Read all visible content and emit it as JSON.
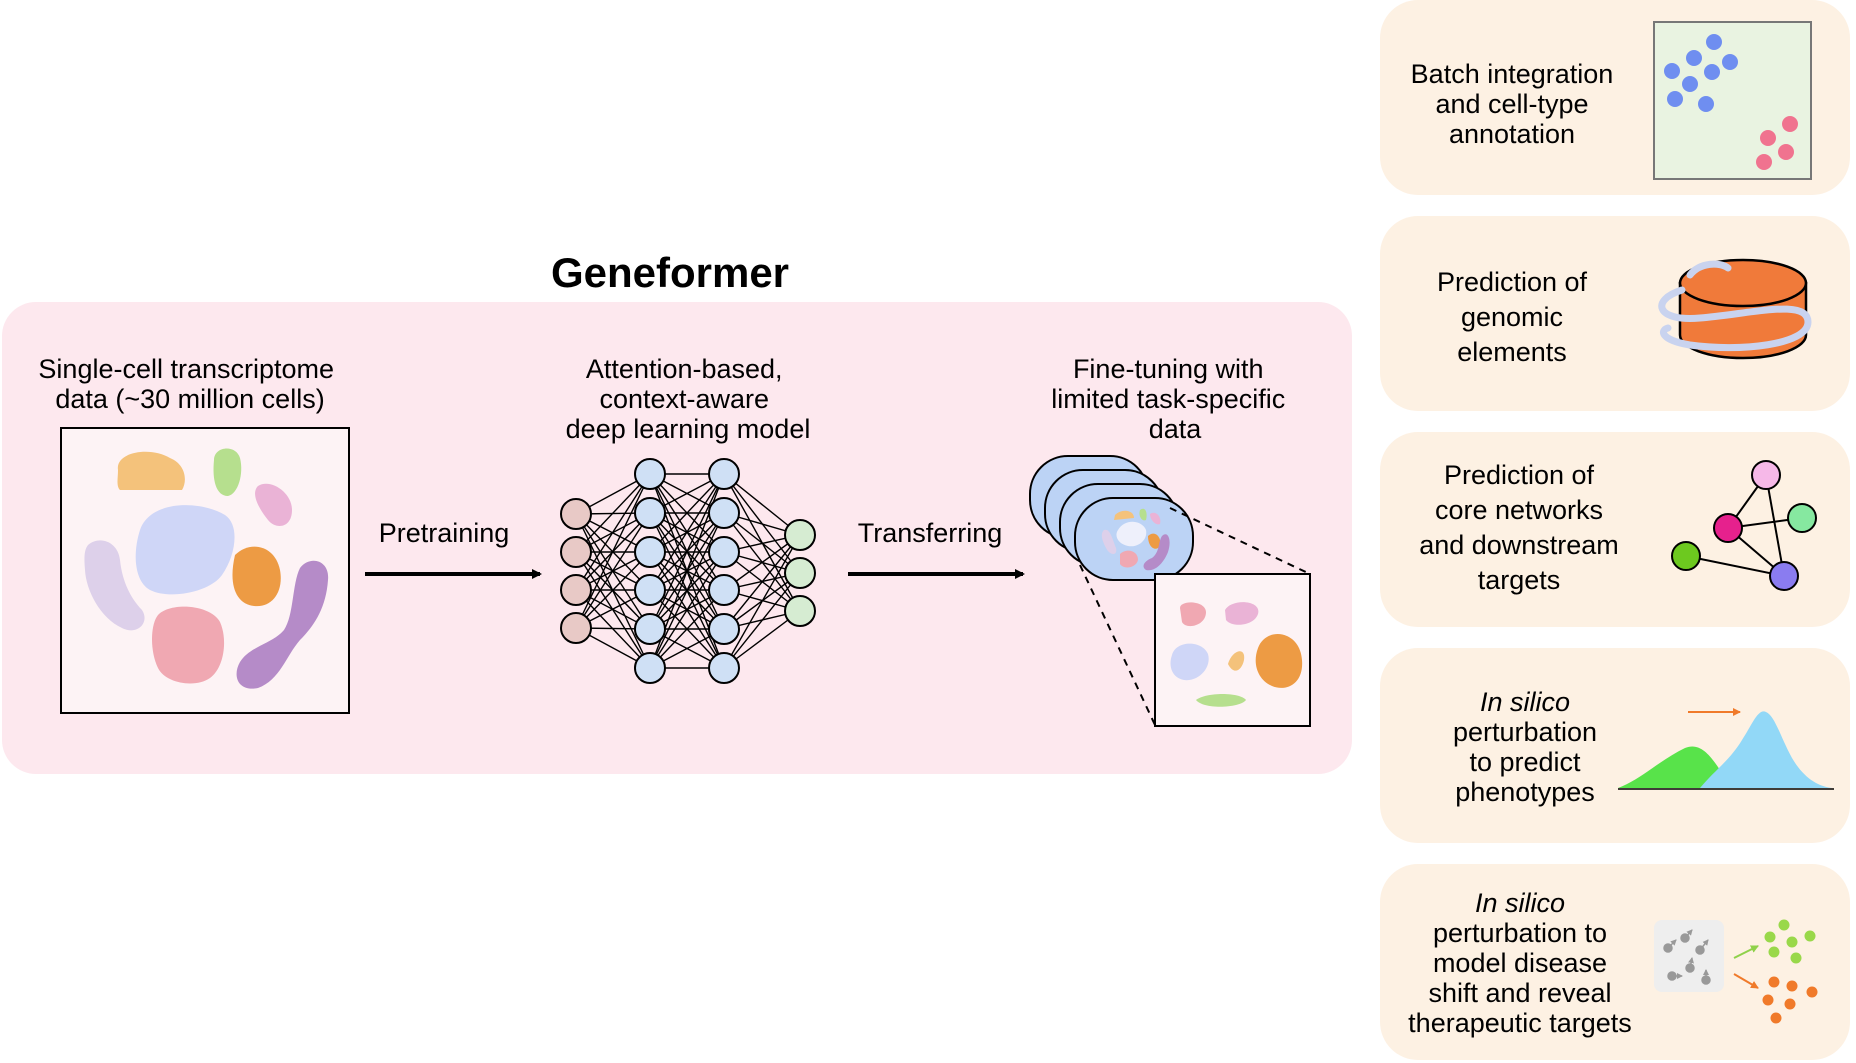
{
  "title": "Geneformer",
  "colors": {
    "main_panel": "#fde8ee",
    "side_panel": "#fdf1e3",
    "input_node": "#e8c9c6",
    "hidden_node": "#cfe0f5",
    "output_node": "#d6ecd2",
    "stack_card": "#bcd3f5"
  },
  "steps": {
    "data_label": [
      "Single-cell transcriptome",
      "data (~30 million cells)"
    ],
    "model_label": [
      "Attention-based,",
      "context-aware",
      "deep learning model"
    ],
    "finetune_label": [
      "Fine-tuning with",
      "limited task-specific",
      "data"
    ],
    "pretraining_arrow": "Pretraining",
    "transferring_arrow": "Transferring"
  },
  "applications": [
    {
      "lines": [
        "Batch integration",
        "and cell-type",
        "annotation"
      ],
      "italic_first": false,
      "icon": "scatter-clusters-icon"
    },
    {
      "lines": [
        "Prediction of",
        "genomic",
        "elements"
      ],
      "italic_first": false,
      "icon": "dna-chromatin-icon"
    },
    {
      "lines": [
        "Prediction of",
        "core networks",
        "and downstream",
        "targets"
      ],
      "italic_first": false,
      "icon": "network-graph-icon"
    },
    {
      "lines": [
        "In silico",
        "perturbation",
        "to predict",
        "phenotypes"
      ],
      "italic_first": true,
      "icon": "distribution-shift-icon"
    },
    {
      "lines": [
        "In silico",
        "perturbation to",
        "model disease",
        "shift and reveal",
        "therapeutic targets"
      ],
      "italic_first": true,
      "icon": "disease-shift-icon"
    }
  ]
}
